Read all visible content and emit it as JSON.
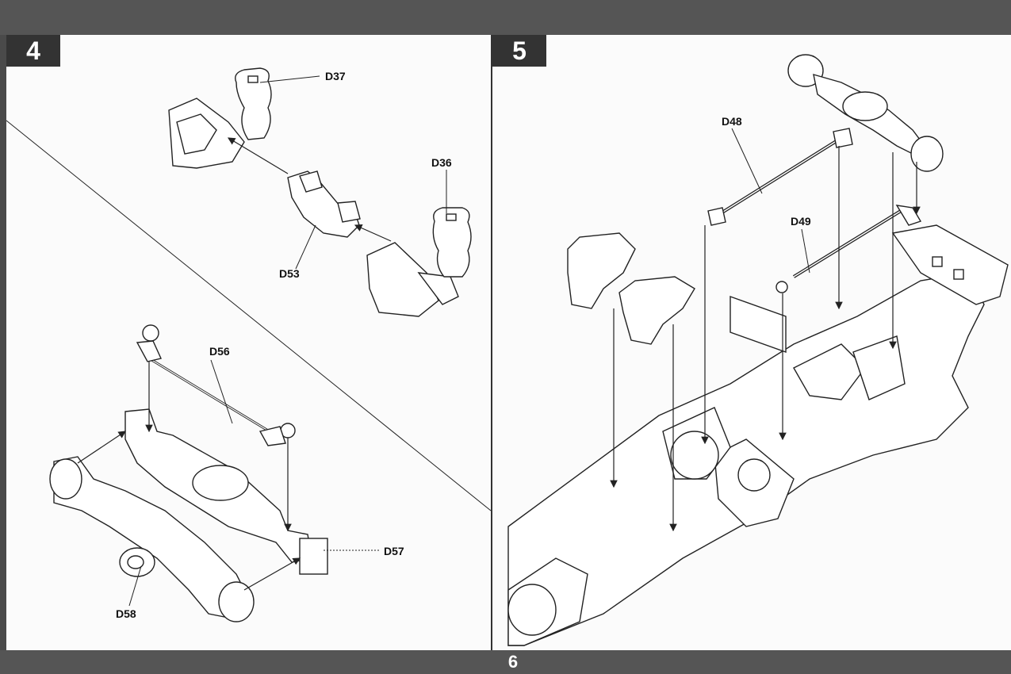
{
  "page": {
    "number": "6"
  },
  "steps": [
    {
      "number": "4",
      "labels": {
        "d37": "D37",
        "d36": "D36",
        "d53": "D53",
        "d56": "D56",
        "d57": "D57",
        "d58": "D58"
      }
    },
    {
      "number": "5",
      "labels": {
        "d48": "D48",
        "d49": "D49"
      }
    }
  ]
}
